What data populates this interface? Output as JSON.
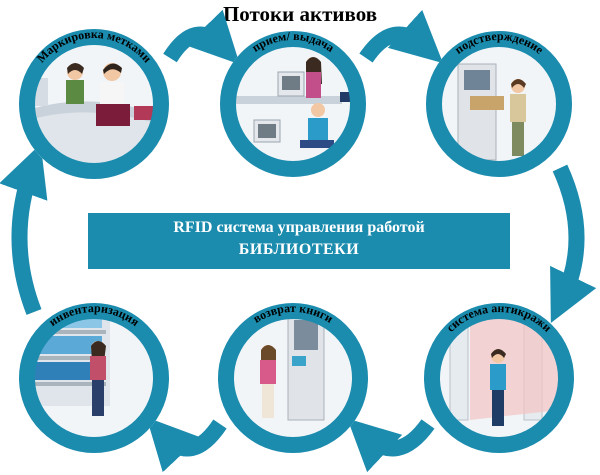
{
  "title": "Потоки активов",
  "center": {
    "line1": "RFID система управления работой",
    "line2": "БИБЛИОТЕКИ"
  },
  "colors": {
    "ring": "#1b8cae",
    "arrow": "#1b8cae",
    "box": "#1b8cae",
    "inner_bg": "#eef3f7"
  },
  "stages": [
    {
      "label": "Маркировка метками",
      "scene": "labeling-desk"
    },
    {
      "label": "прием/ выдача",
      "scene": "checkout-desk"
    },
    {
      "label": "подстверждение",
      "scene": "self-service-kiosk"
    },
    {
      "label": "инвентаризация",
      "scene": "shelf-inventory"
    },
    {
      "label": "возврат книги",
      "scene": "book-return"
    },
    {
      "label": "система антикражи",
      "scene": "anti-theft-gates"
    }
  ]
}
